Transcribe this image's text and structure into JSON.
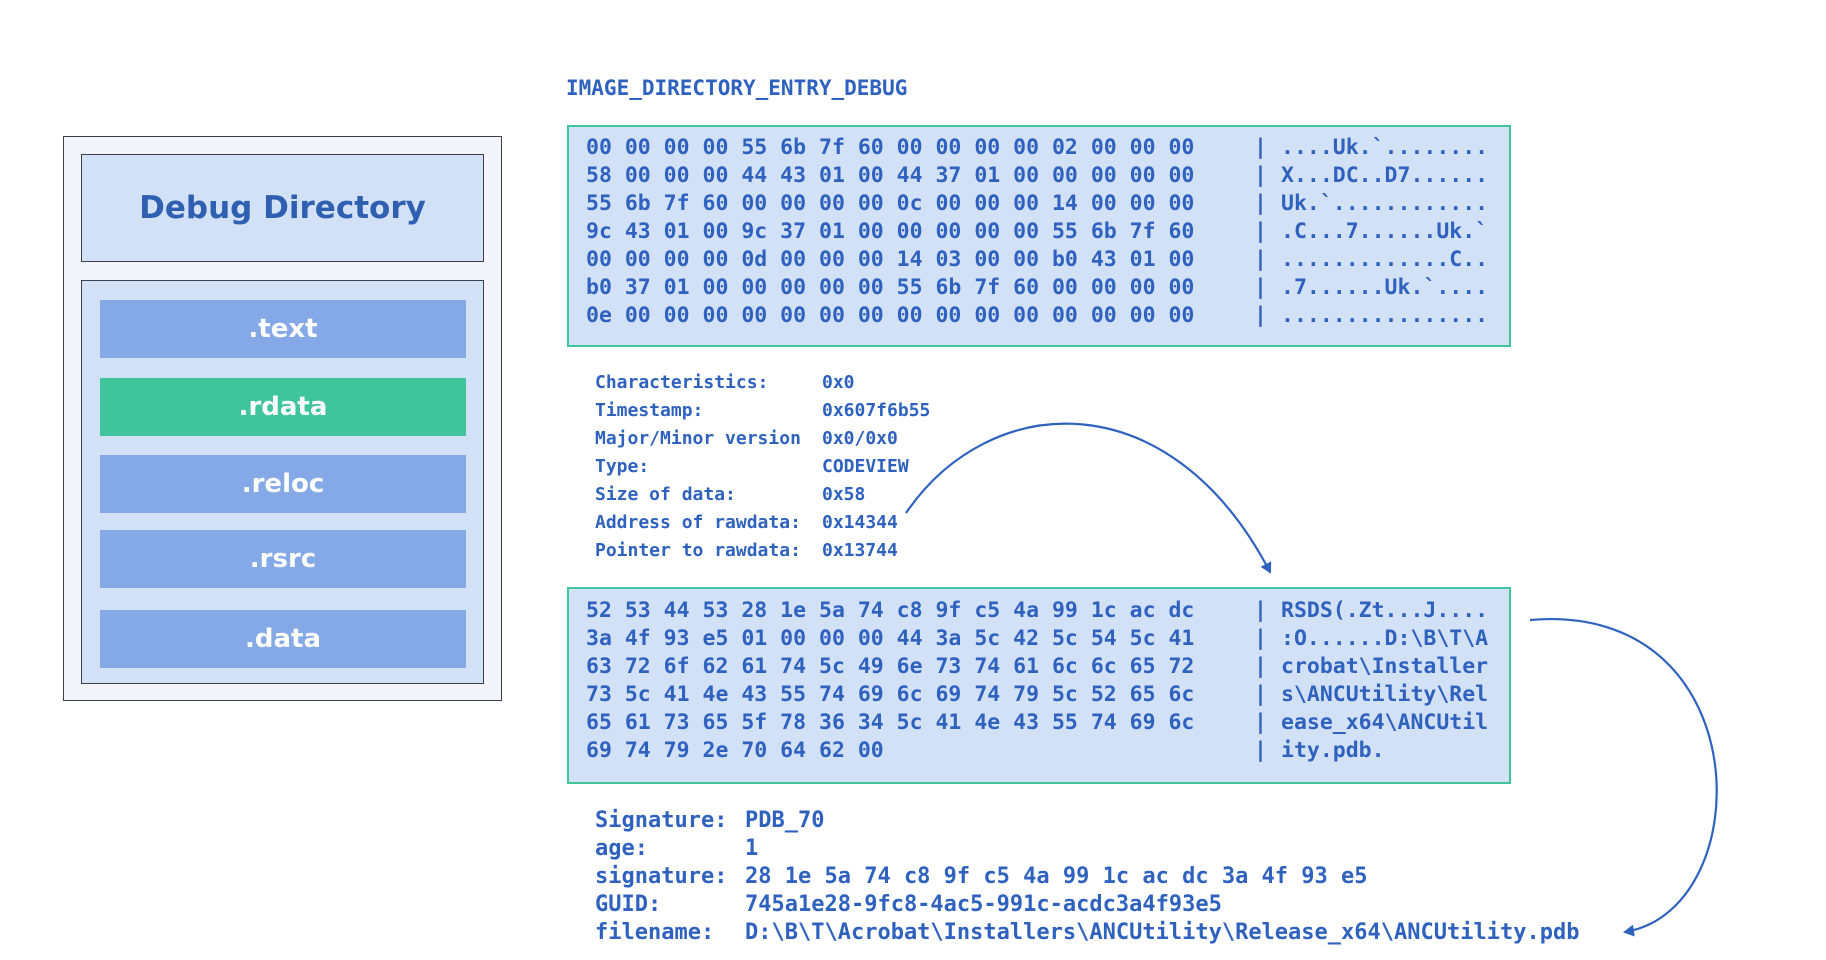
{
  "pe_panel": {
    "header": "Debug Directory",
    "sections": [
      {
        "label": ".text",
        "active": false
      },
      {
        "label": ".rdata",
        "active": true
      },
      {
        "label": ".reloc",
        "active": false
      },
      {
        "label": ".rsrc",
        "active": false
      },
      {
        "label": ".data",
        "active": false
      }
    ]
  },
  "debug_entry": {
    "title": "IMAGE_DIRECTORY_ENTRY_DEBUG",
    "hex_rows": [
      {
        "hex": "00 00 00 00 55 6b 7f 60 00 00 00 00 02 00 00 00",
        "sep": "|",
        "ascii": "....Uk.`........"
      },
      {
        "hex": "58 00 00 00 44 43 01 00 44 37 01 00 00 00 00 00",
        "sep": "|",
        "ascii": "X...DC..D7......"
      },
      {
        "hex": "55 6b 7f 60 00 00 00 00 0c 00 00 00 14 00 00 00",
        "sep": "|",
        "ascii": "Uk.`............"
      },
      {
        "hex": "9c 43 01 00 9c 37 01 00 00 00 00 00 55 6b 7f 60",
        "sep": "|",
        "ascii": ".C...7......Uk.`"
      },
      {
        "hex": "00 00 00 00 0d 00 00 00 14 03 00 00 b0 43 01 00",
        "sep": "|",
        "ascii": ".............C.."
      },
      {
        "hex": "b0 37 01 00 00 00 00 00 55 6b 7f 60 00 00 00 00",
        "sep": "|",
        "ascii": ".7......Uk.`...."
      },
      {
        "hex": "0e 00 00 00 00 00 00 00 00 00 00 00 00 00 00 00",
        "sep": "|",
        "ascii": "................"
      }
    ],
    "fields": [
      {
        "label": "Characteristics:",
        "value": "0x0"
      },
      {
        "label": "Timestamp:",
        "value": "0x607f6b55"
      },
      {
        "label": "Major/Minor version",
        "value": "0x0/0x0"
      },
      {
        "label": "Type:",
        "value": "CODEVIEW"
      },
      {
        "label": "Size of data:",
        "value": "0x58"
      },
      {
        "label": "Address of rawdata:",
        "value": "0x14344"
      },
      {
        "label": "Pointer to rawdata:",
        "value": "0x13744"
      }
    ]
  },
  "codeview": {
    "hex_rows": [
      {
        "hex": "52 53 44 53 28 1e 5a 74 c8 9f c5 4a 99 1c ac dc",
        "sep": "|",
        "ascii": "RSDS(.Zt...J...."
      },
      {
        "hex": "3a 4f 93 e5 01 00 00 00 44 3a 5c 42 5c 54 5c 41",
        "sep": "|",
        "ascii": ":O......D:\\B\\T\\A"
      },
      {
        "hex": "63 72 6f 62 61 74 5c 49 6e 73 74 61 6c 6c 65 72",
        "sep": "|",
        "ascii": "crobat\\Installer"
      },
      {
        "hex": "73 5c 41 4e 43 55 74 69 6c 69 74 79 5c 52 65 6c",
        "sep": "|",
        "ascii": "s\\ANCUtility\\Rel"
      },
      {
        "hex": "65 61 73 65 5f 78 36 34 5c 41 4e 43 55 74 69 6c",
        "sep": "|",
        "ascii": "ease_x64\\ANCUtil"
      },
      {
        "hex": "69 74 79 2e 70 64 62 00",
        "sep": "|",
        "ascii": "ity.pdb."
      }
    ],
    "fields": [
      {
        "label": "Signature:",
        "value": "PDB_70"
      },
      {
        "label": "age:",
        "value": "1"
      },
      {
        "label": "signature:",
        "value": "28 1e 5a 74 c8 9f c5 4a 99 1c ac dc 3a 4f 93 e5"
      },
      {
        "label": "GUID:",
        "value": "745a1e28-9fc8-4ac5-991c-acdc3a4f93e5"
      },
      {
        "label": "filename:",
        "value": "D:\\B\\T\\Acrobat\\Installers\\ANCUtility\\Release_x64\\ANCUtility.pdb"
      }
    ]
  },
  "colors": {
    "accent_blue": "#2f62bf",
    "section_blue": "#84a9e6",
    "section_active_green": "#40c49c",
    "panel_fill": "#d3e1f6"
  }
}
